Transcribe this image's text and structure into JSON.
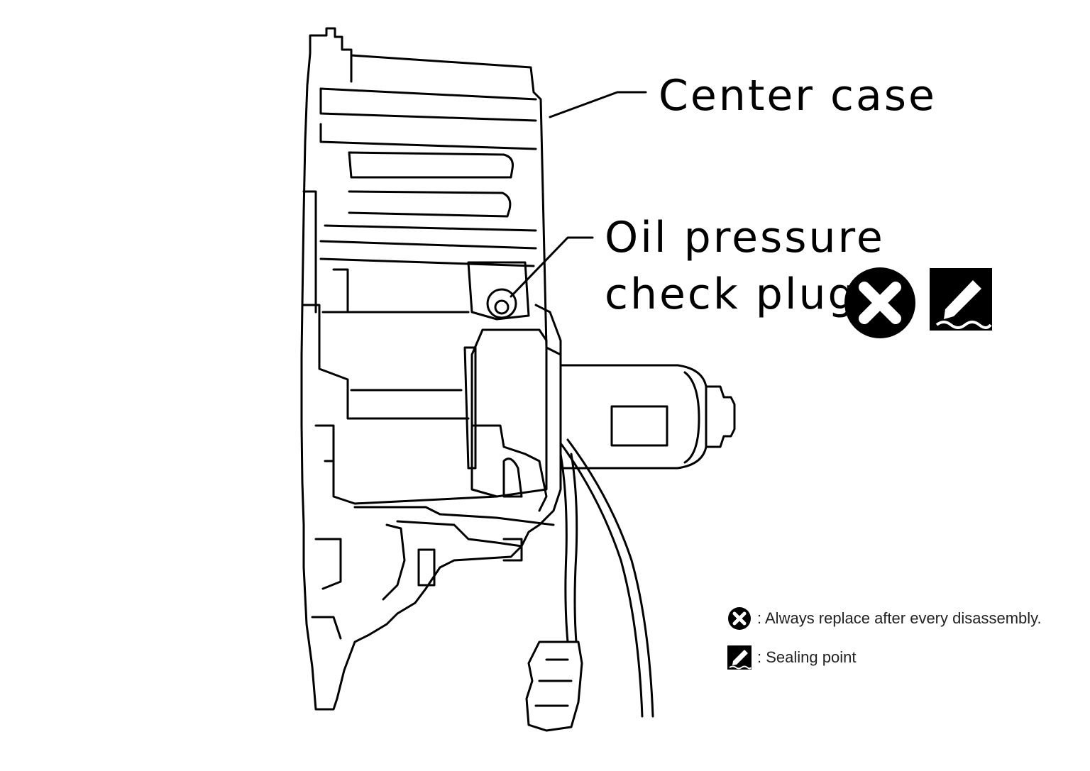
{
  "labels": {
    "center_case": "Center case",
    "oil_plug_line1": "Oil pressure",
    "oil_plug_line2": "check plug"
  },
  "legend": {
    "replace_text": ": Always replace after every disassembly.",
    "sealing_text": ": Sealing point"
  },
  "icons": {
    "replace": "x-circle-icon",
    "sealing": "sealant-pen-icon"
  }
}
